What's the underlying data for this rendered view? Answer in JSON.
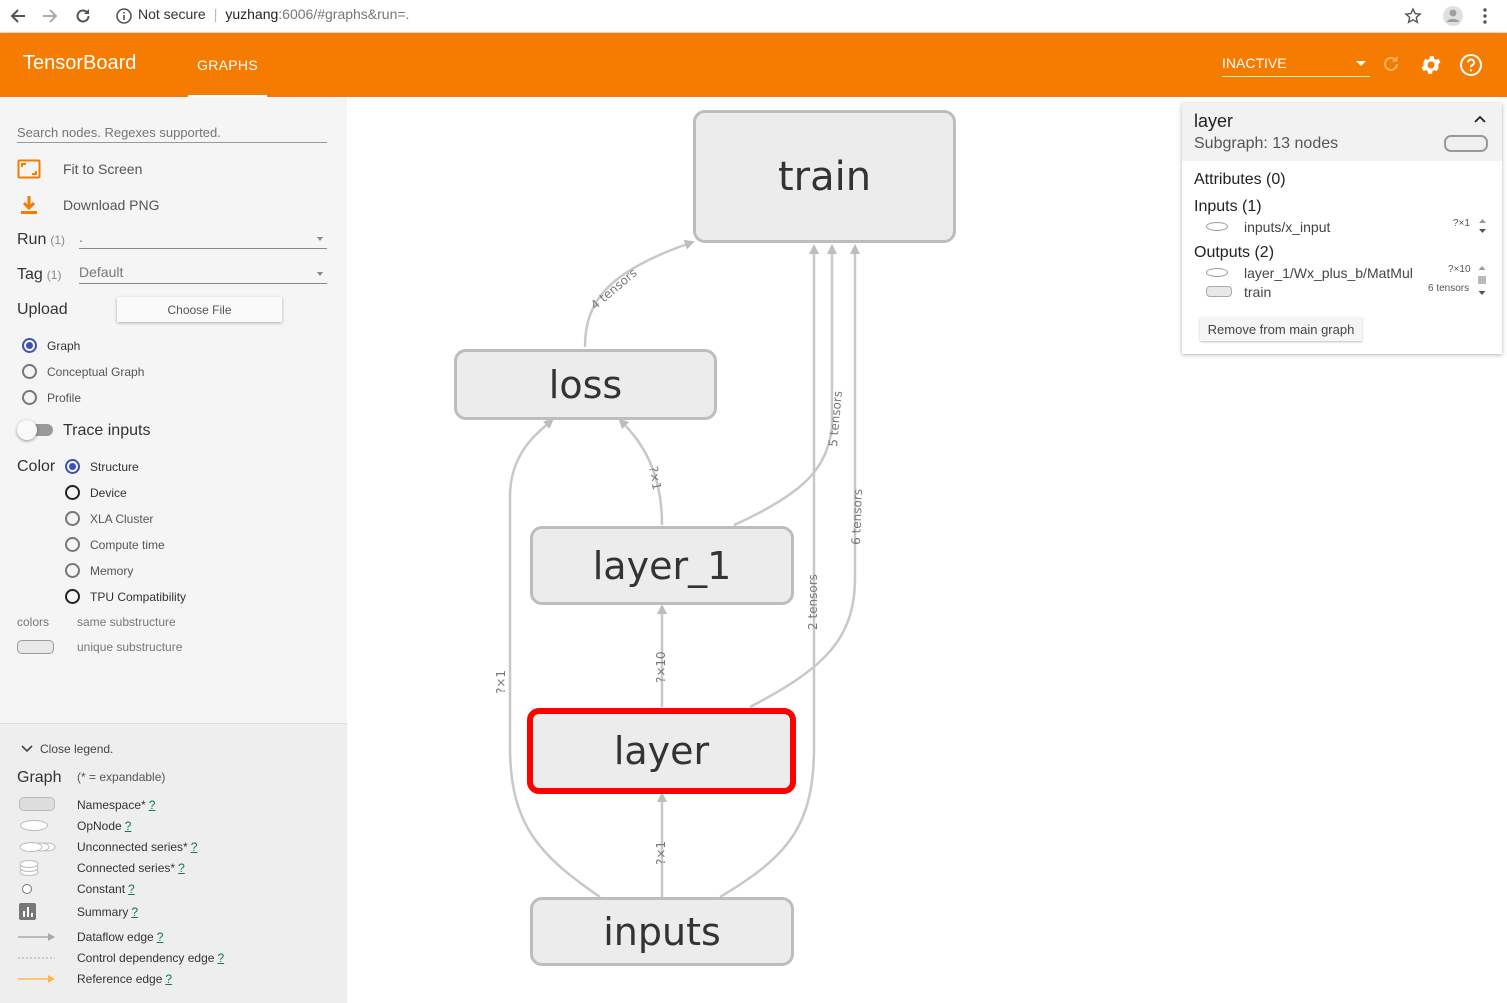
{
  "browser": {
    "security_label": "Not secure",
    "url_host": "yuzhang",
    "url_path": ":6006/#graphs&run=."
  },
  "header": {
    "title": "TensorBoard",
    "tab_graphs": "GRAPHS",
    "run_status": "INACTIVE"
  },
  "sidebar": {
    "search_placeholder": "Search nodes. Regexes supported.",
    "fit_to_screen": "Fit to Screen",
    "download_png": "Download PNG",
    "run_label": "Run",
    "run_count": "(1)",
    "run_value": ".",
    "tag_label": "Tag",
    "tag_count": "(1)",
    "tag_value": "Default",
    "upload_label": "Upload",
    "choose_file": "Choose File",
    "mode_options": [
      "Graph",
      "Conceptual Graph",
      "Profile"
    ],
    "mode_selected": "Graph",
    "trace_inputs": "Trace inputs",
    "color_label": "Color",
    "color_options": [
      "Structure",
      "Device",
      "XLA Cluster",
      "Compute time",
      "Memory",
      "TPU Compatibility"
    ],
    "color_selected": "Structure",
    "colors_label": "colors",
    "same_substructure": "same substructure",
    "unique_substructure": "unique substructure"
  },
  "legend": {
    "close": "Close legend.",
    "graph_label": "Graph",
    "expandable_note": "(* = expandable)",
    "help_mark": "?",
    "items": [
      {
        "label": "Namespace*"
      },
      {
        "label": "OpNode"
      },
      {
        "label": "Unconnected series*"
      },
      {
        "label": "Connected series*"
      },
      {
        "label": "Constant"
      },
      {
        "label": "Summary"
      },
      {
        "label": "Dataflow edge"
      },
      {
        "label": "Control dependency edge"
      },
      {
        "label": "Reference edge"
      }
    ]
  },
  "graph": {
    "nodes": {
      "train": "train",
      "loss": "loss",
      "layer_1": "layer_1",
      "layer": "layer",
      "inputs": "inputs"
    },
    "edge_labels": {
      "loss_train": "4 tensors",
      "layer1_loss": "?×1",
      "layer1_train": "5 tensors",
      "layer_train": "6 tensors",
      "inputs_train": "2 tensors",
      "inputs_loss": "?×1",
      "layer_layer1": "?×10",
      "inputs_layer": "?×1"
    },
    "selected_node": "layer"
  },
  "info_card": {
    "title": "layer",
    "subtitle": "Subgraph: 13 nodes",
    "attributes": "Attributes (0)",
    "inputs_header": "Inputs (1)",
    "inputs": [
      {
        "name": "inputs/x_input",
        "size": "?×1"
      }
    ],
    "outputs_header": "Outputs (2)",
    "outputs": [
      {
        "name": "layer_1/Wx_plus_b/MatMul",
        "size": "?×10"
      },
      {
        "name": "train",
        "size": "6 tensors"
      }
    ],
    "remove_button": "Remove from main graph"
  },
  "colors": {
    "header_orange": "#f57c00",
    "selected_red": "#ff0000",
    "radio_accent": "#3f51b5",
    "reference_edge": "#ffb74d"
  }
}
